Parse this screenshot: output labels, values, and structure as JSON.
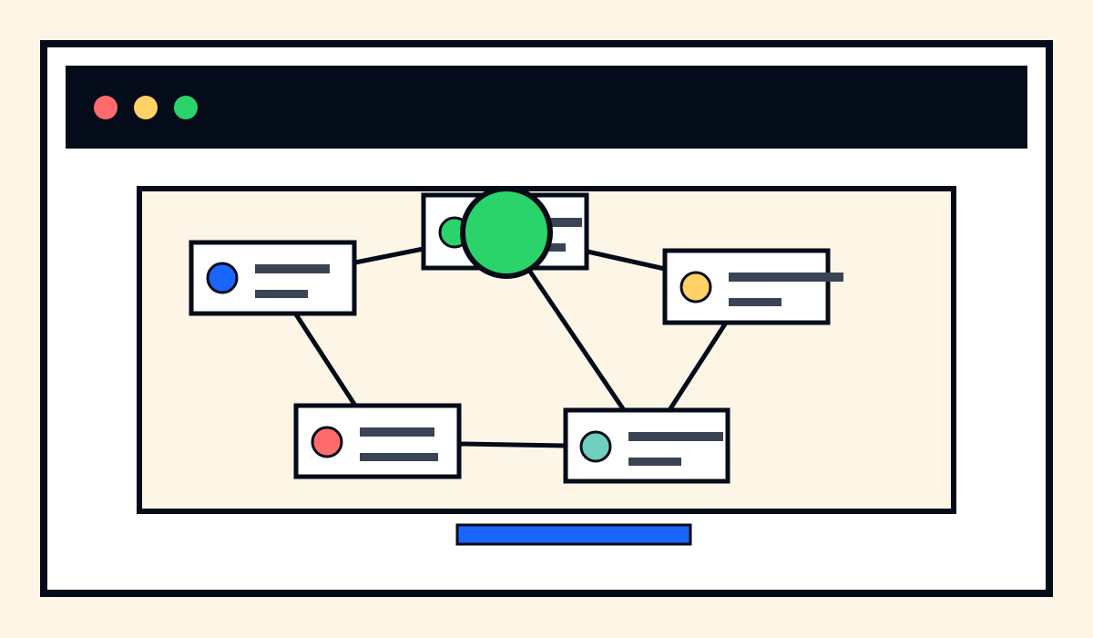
{
  "palette": {
    "background": "#FDF5E6",
    "window": "#FFFFFF",
    "ink": "#040B19",
    "canvas": "#FDF5E6",
    "line": "#3A4454",
    "accent_blue": "#1A66FF",
    "accent_red": "#FF6B6B",
    "accent_yellow": "#FFD166",
    "accent_green": "#2AD46A",
    "accent_teal": "#6FD0C0"
  },
  "window": {
    "controls": [
      {
        "name": "close-dot",
        "color": "#FF6B6B"
      },
      {
        "name": "minimize-dot",
        "color": "#FFD166"
      },
      {
        "name": "maximize-dot",
        "color": "#2AD46A"
      }
    ]
  },
  "diagram": {
    "nodes": [
      {
        "name": "node-blue",
        "color": "#1A66FF",
        "lines": 2
      },
      {
        "name": "node-top-green",
        "color": "#2AD46A",
        "lines": 2
      },
      {
        "name": "node-yellow",
        "color": "#FFD166",
        "lines": 2
      },
      {
        "name": "node-red",
        "color": "#FF6B6B",
        "lines": 2
      },
      {
        "name": "node-teal",
        "color": "#6FD0C0",
        "lines": 2
      }
    ],
    "cursor": {
      "name": "drag-handle",
      "color": "#2AD46A"
    }
  },
  "footer": {
    "button_color": "#1A66FF"
  }
}
